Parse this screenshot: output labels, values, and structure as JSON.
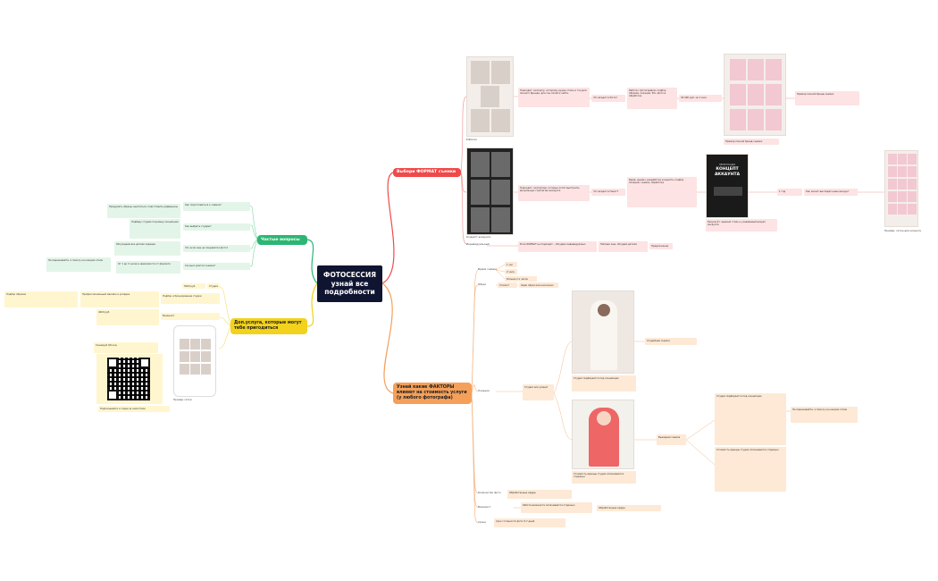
{
  "central": {
    "title": "ФОТОСЕССИЯ узнай все подробности"
  },
  "topics": {
    "format": "Выбери ФОРМАТ съемки",
    "factors": "Узнай какие ФАКТОРЫ влияют на стоимость услуги (у любого фотографа)",
    "faq": "Частые вопросы",
    "extra": "Доп.услуга, которые могут тебе пригодиться"
  },
  "format_branch": {
    "editorial_label": "Editorial",
    "editorial_desc": "Подходит: эксперту, которому нужен стиль и тон для личного бренда, для соц.сетей и сайта.",
    "editorial_includes": "Что входит в Фото?",
    "editorial_list": "Работа с фотографом, подбор образов, локация, 30+ фото в обработке",
    "editorial_price": "30 000 руб. за 2 часа",
    "editorial_note": "Пример личной бренд-съемки",
    "concept_label": "Концепт аккаунта",
    "concept_desc": "Подходит: экспертам, которые хотят выстроить визуальную стратегию аккаунта.",
    "concept_includes": "Что входит в Пакет?",
    "concept_list": "Бриф, анализ, разработка концепта, подбор локаций, съемка, обработка",
    "concept_card_top": "ПРЕЗЕНТАЦИЯ",
    "concept_card_title": "КОНЦЕПТ АККАУНТА",
    "concept_result": "Результат: единый стиль и узнаваемый визуал аккаунта",
    "concept_time": "1 год",
    "concept_after": "Как может выглядеть ваш аккаунт",
    "concept_example": "Пример: сетка для клиента",
    "individual_label": "Индивидуальный",
    "individual_desc": "Если ФОРМАТ не подходит – обсудим индивидуально",
    "individual_note": "Напиши мне, обсудим детали",
    "individual_tag": "Предложение"
  },
  "factors_branch": {
    "f1": "Время съёмки",
    "f1a": "1 час",
    "f1b": "2 часа",
    "f1c": "больше 2-х часов",
    "f2": "Образ",
    "f2a": "Стилист",
    "f2b": "Один образ или несколько",
    "f3": "Локация",
    "f3q": "Студия или улица?",
    "f3a": "Студийная съемка",
    "f3b": "Выездная съемка",
    "f3_note1": "Студия подбирается под концепцию",
    "f3_note2": "Стоимость аренды студии оплачивается отдельно",
    "f4": "Количество фото",
    "f4a": "Обработанные кадры",
    "f5": "Визажист",
    "f5a": "Работа визажиста оплачивается отдельно",
    "f6": "Сроки",
    "f6a": "Срок готовности фото 5-7 дней"
  },
  "faq_branch": {
    "q1": "Как подготовиться к съёмке?",
    "a1": "Продумать образы, выспаться, подготовить референсы",
    "q2": "Как выбрать студию?",
    "a2": "Подберу студию под вашу концепцию",
    "q3": "Что если мне не понравятся фото?",
    "a3": "Обсуждаем все детали заранее",
    "q4": "Сколько длится съемка?",
    "a4": "От 1 до 3 часов в зависимости от формата",
    "a_side": "Не переживайте, я помогу на каждом этапе"
  },
  "extra_branch": {
    "e1": "Студия",
    "e1_note": "Подбор и бронирование студии",
    "e1_price": "5000 руб.",
    "e2": "Визажист",
    "e2_note": "Профессиональный макияж и укладка",
    "e2_price": "4000 руб.",
    "e3": "Стилист",
    "e3_note": "Подбор образов",
    "qr_caption": "Сканируй QR-код",
    "qr_note": "Подписывайся и следи за новостями",
    "phone_caption": "Пример сетки"
  }
}
